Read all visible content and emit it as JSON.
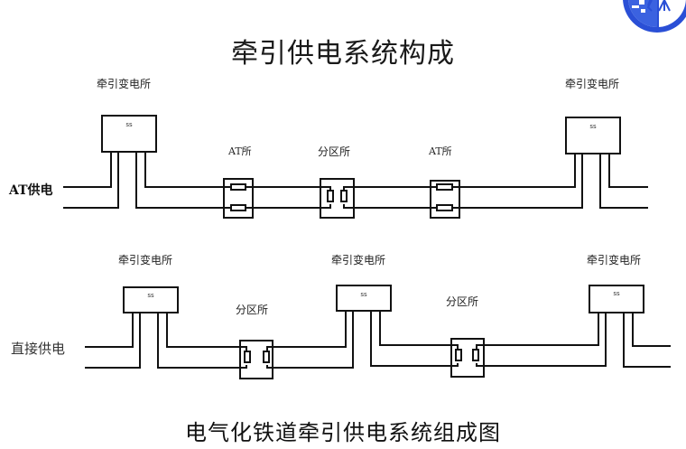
{
  "page": {
    "title": "牵引供电系统构成",
    "caption": "电气化铁道牵引供电系统组成图"
  },
  "logo": {
    "icon": "university-emblem-icon",
    "color": "#2a4fd6"
  },
  "at_feeding": {
    "label": "AT供电",
    "stations": [
      {
        "type": "traction-substation",
        "label": "牵引变电所",
        "box_text": "ss"
      },
      {
        "type": "at-post",
        "label": "AT所"
      },
      {
        "type": "sectioning-post",
        "label": "分区所"
      },
      {
        "type": "at-post",
        "label": "AT所"
      },
      {
        "type": "traction-substation",
        "label": "牵引变电所",
        "box_text": "ss"
      }
    ]
  },
  "direct_feeding": {
    "label": "直接供电",
    "stations": [
      {
        "type": "traction-substation",
        "label": "牵引变电所",
        "box_text": "ss"
      },
      {
        "type": "sectioning-post",
        "label": "分区所"
      },
      {
        "type": "traction-substation",
        "label": "牵引变电所",
        "box_text": "ss"
      },
      {
        "type": "sectioning-post",
        "label": "分区所"
      },
      {
        "type": "traction-substation",
        "label": "牵引变电所",
        "box_text": "ss"
      }
    ]
  }
}
